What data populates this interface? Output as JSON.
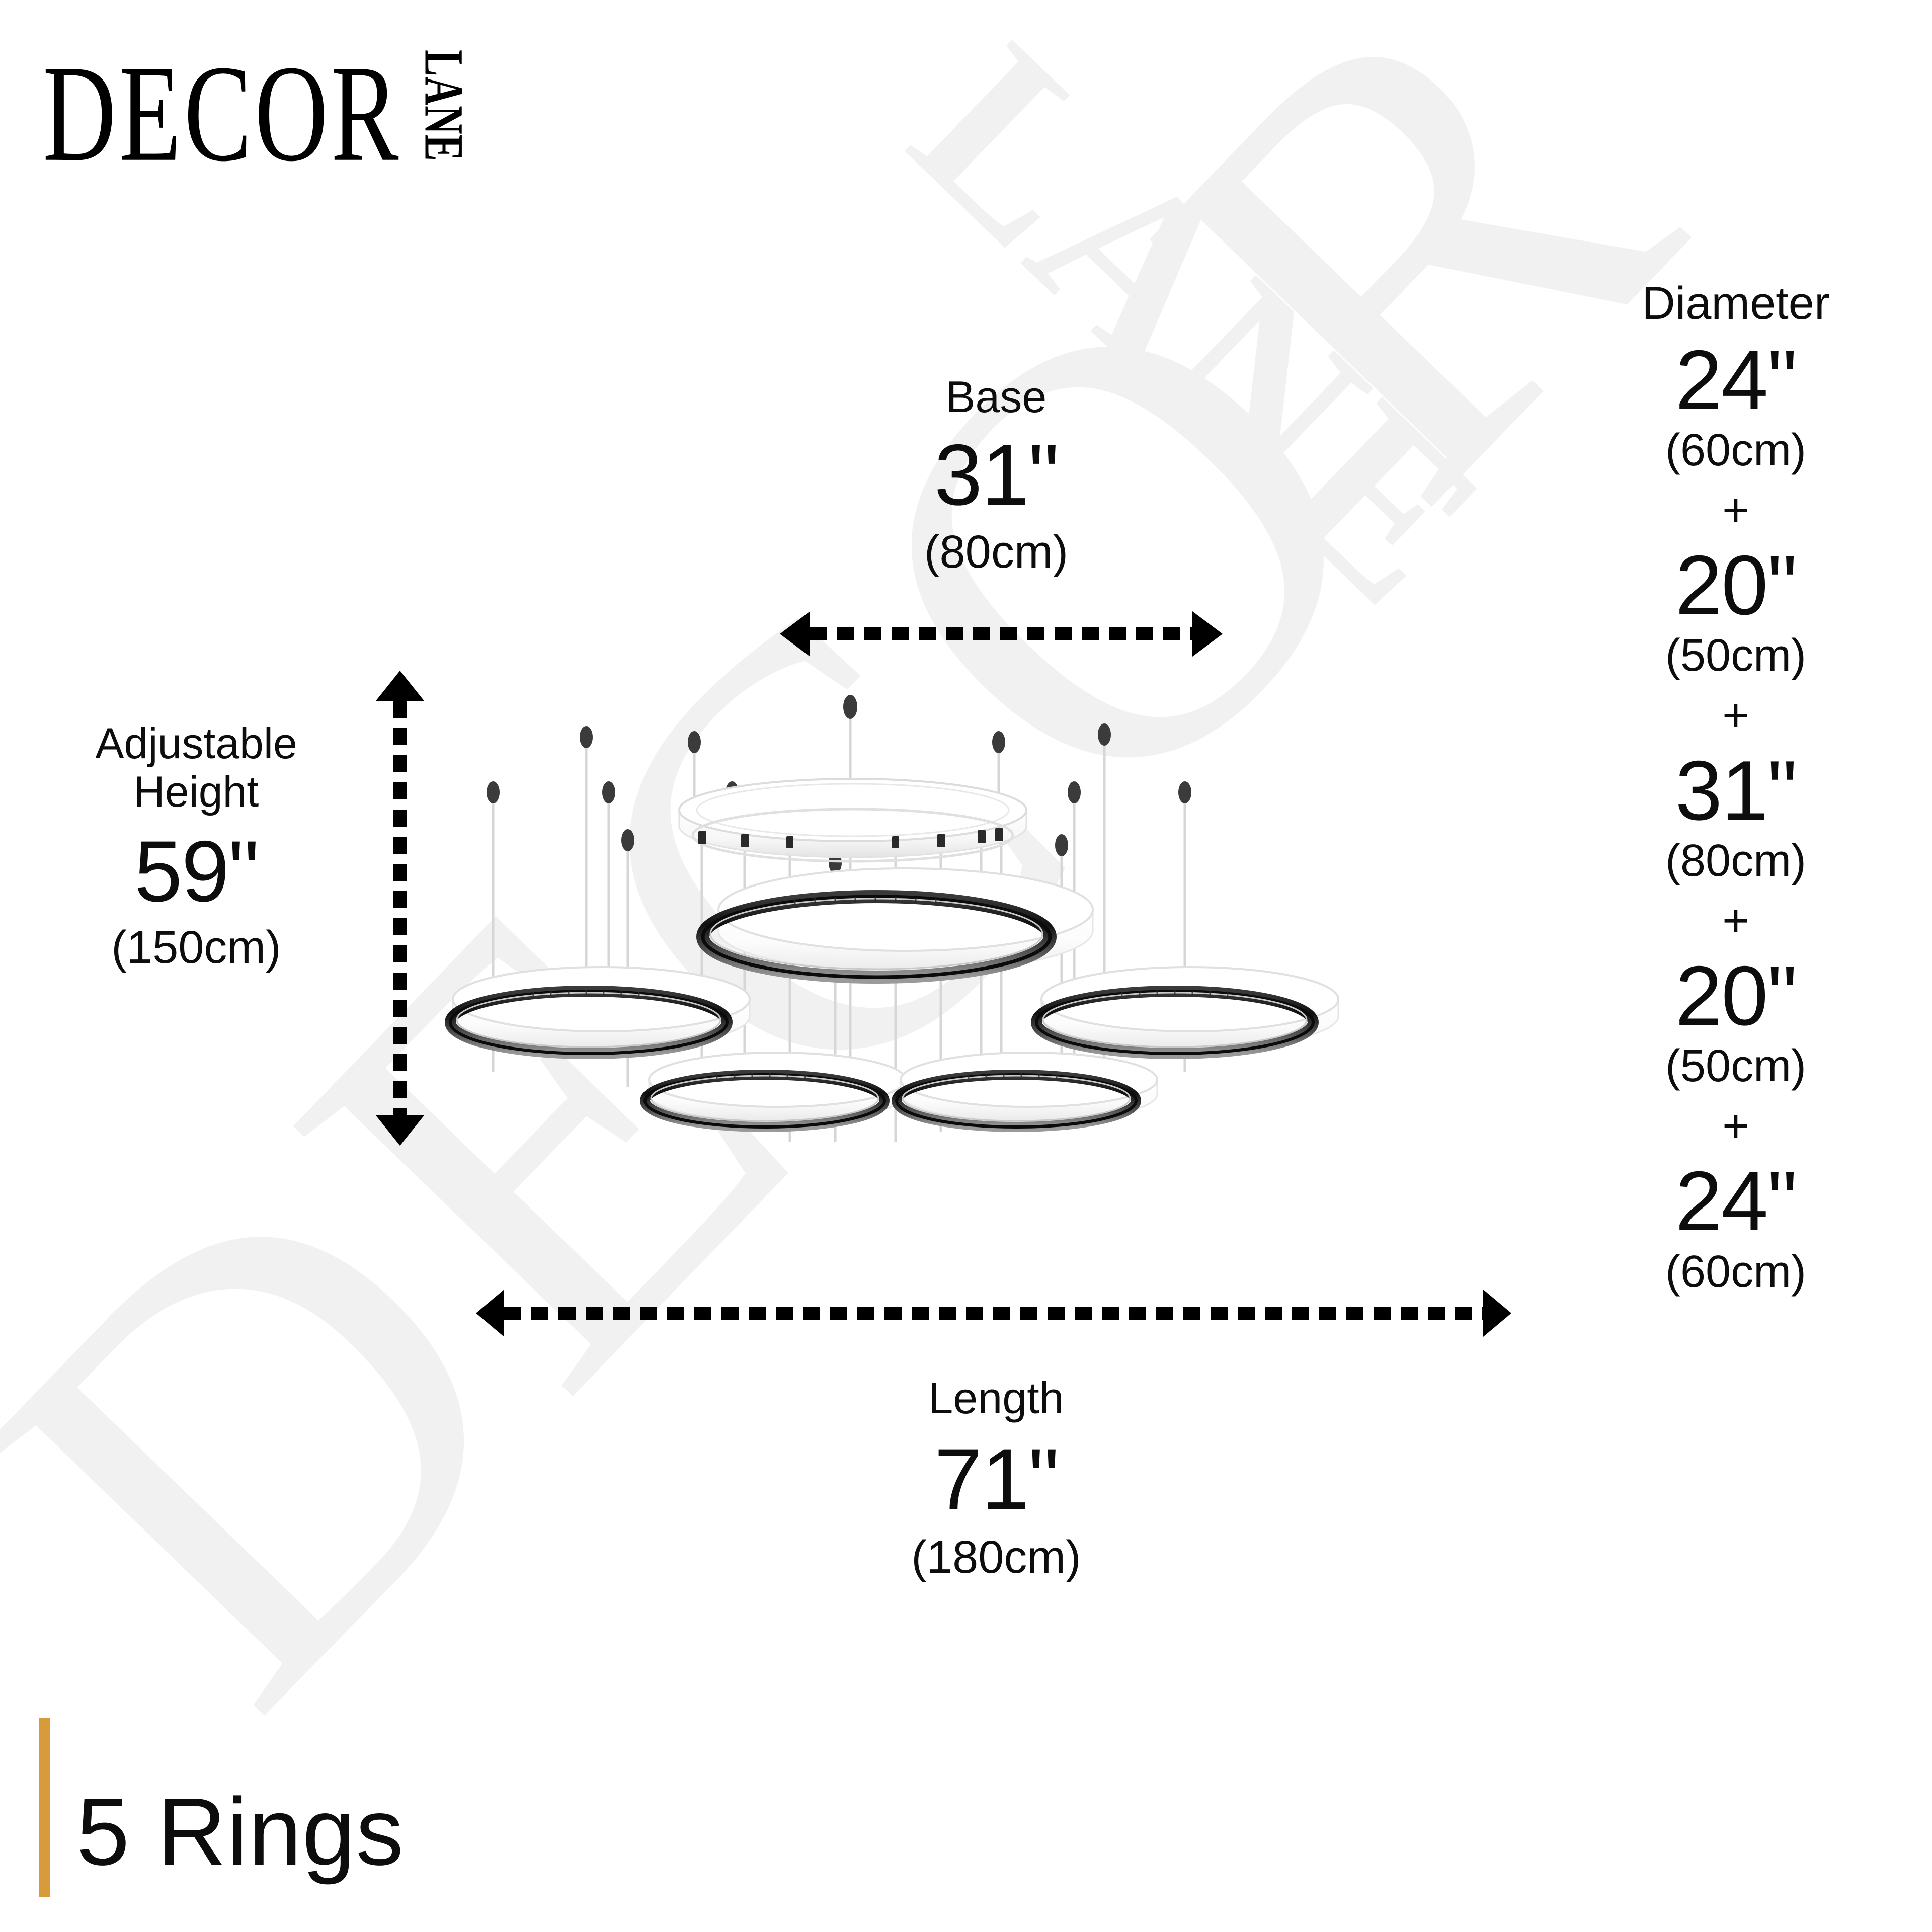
{
  "brand": {
    "logo_primary": "DECOR",
    "logo_secondary": "LANE",
    "watermark_text": "DECOR LANE",
    "accent_color": "#d69b3a"
  },
  "dimensions": {
    "base": {
      "label": "Base",
      "inches": "31\"",
      "metric": "(80cm)"
    },
    "length": {
      "label": "Length",
      "inches": "71\"",
      "metric": "(180cm)"
    },
    "adjustable_height": {
      "label_line1": "Adjustable",
      "label_line2": "Height",
      "inches": "59\"",
      "metric": "(150cm)"
    },
    "diameter": {
      "title": "Diameter",
      "separator": "+",
      "rings": [
        {
          "inches": "24\"",
          "metric": "(60cm)"
        },
        {
          "inches": "20\"",
          "metric": "(50cm)"
        },
        {
          "inches": "31\"",
          "metric": "(80cm)"
        },
        {
          "inches": "20\"",
          "metric": "(50cm)"
        },
        {
          "inches": "24\"",
          "metric": "(60cm)"
        }
      ]
    }
  },
  "footer": {
    "ring_count_label": "5 Rings"
  },
  "product": {
    "type": "multi-ring LED chandelier",
    "ring_count": 5,
    "canopy": "round ceiling canopy ring",
    "ring_body_color": "#ffffff",
    "ring_rim_color": "#1c1c1c",
    "cable_color": "#d8d8d8"
  }
}
